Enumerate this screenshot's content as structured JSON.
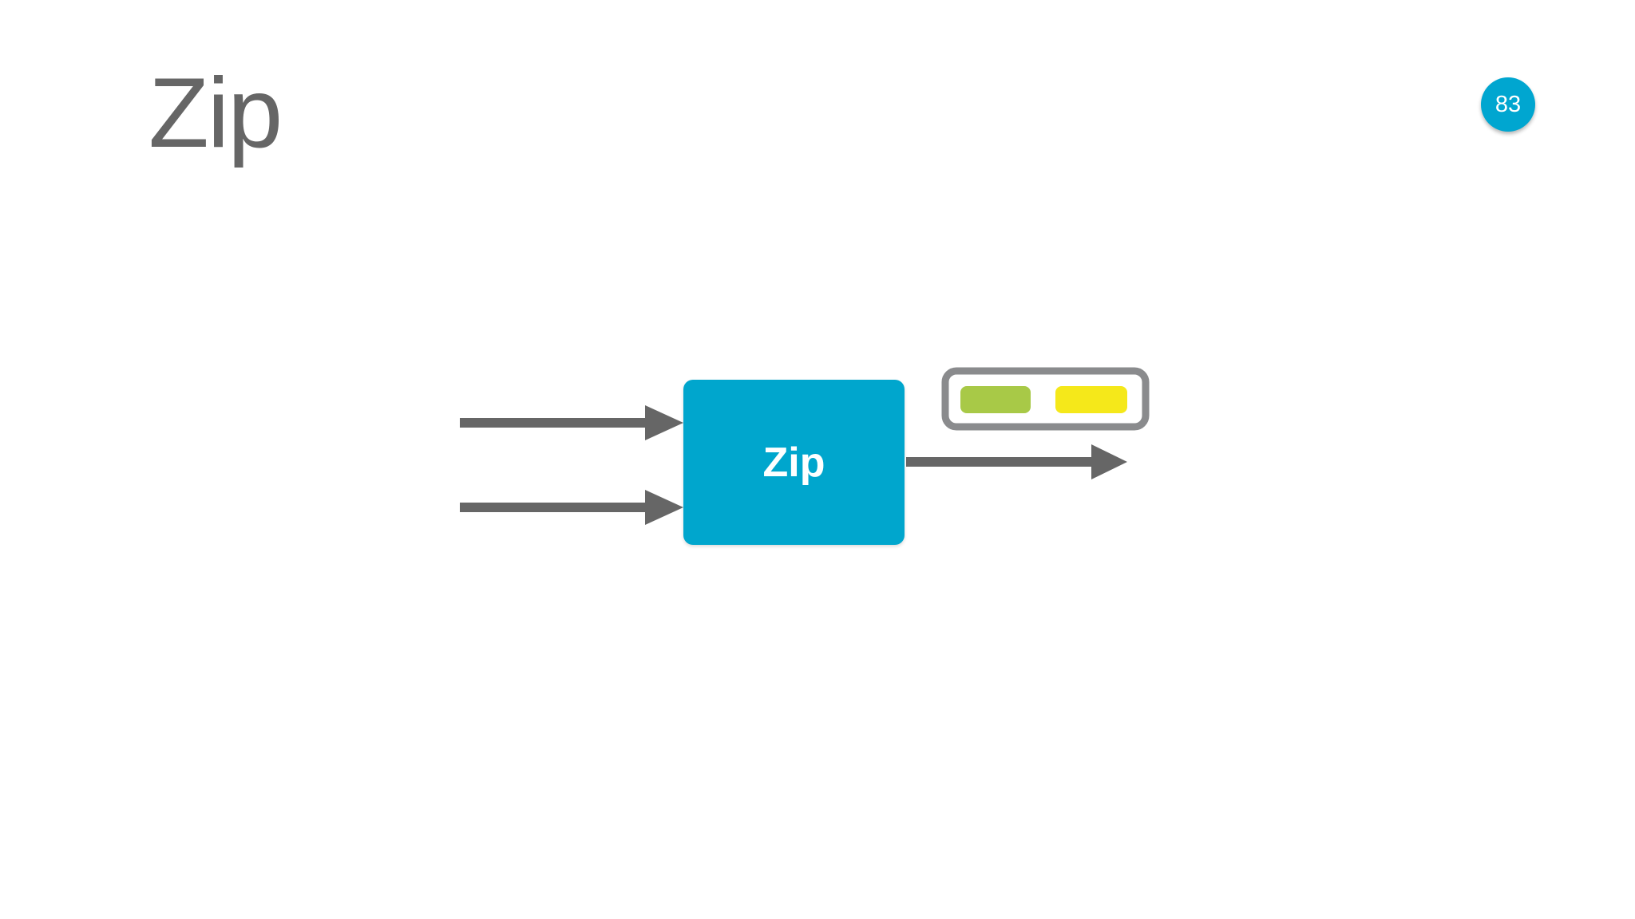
{
  "slide": {
    "title": "Zip",
    "page_number": "83"
  },
  "diagram": {
    "operator_label": "Zip",
    "input_stream_count": 2,
    "output_tuple": {
      "items": [
        {
          "name": "green-item",
          "color": "#a8c947"
        },
        {
          "name": "yellow-item",
          "color": "#f5e81a"
        }
      ],
      "border_color": "#8a8b8d"
    },
    "colors": {
      "operator_box": "#00a6cd",
      "arrow": "#666666",
      "badge": "#00a6d0",
      "title_text": "#666666"
    }
  }
}
